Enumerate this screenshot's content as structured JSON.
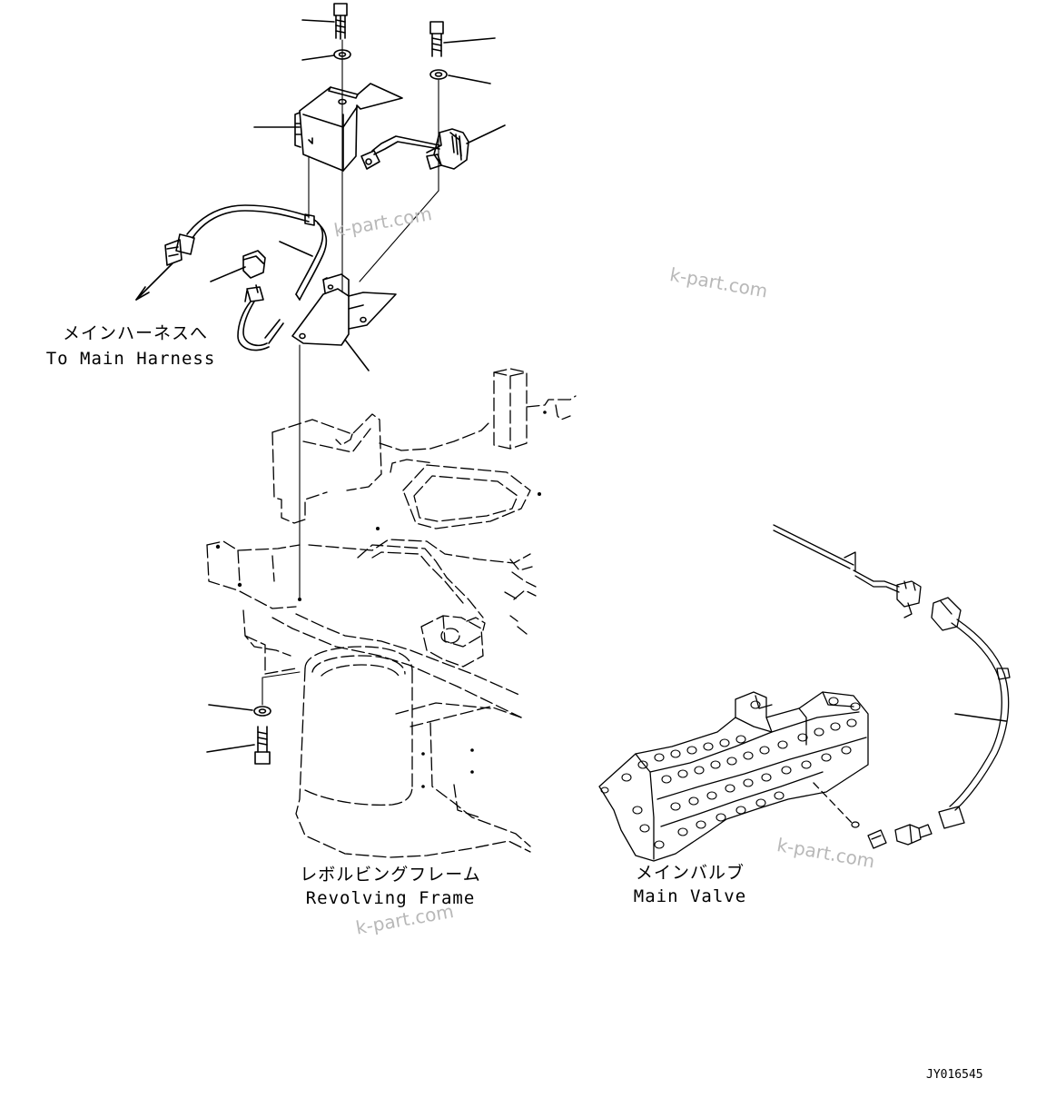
{
  "labels": {
    "main_harness_jp": "メインハーネスへ",
    "main_harness_en": "To Main Harness",
    "revolving_frame_jp": "レボルビングフレーム",
    "revolving_frame_en": "Revolving Frame",
    "main_valve_jp": "メインバルブ",
    "main_valve_en": "Main Valve"
  },
  "watermark": "k-part.com",
  "drawing_code": "JY016545",
  "colors": {
    "line": "#000000",
    "watermark": "#b8b8b8",
    "background": "#ffffff"
  }
}
